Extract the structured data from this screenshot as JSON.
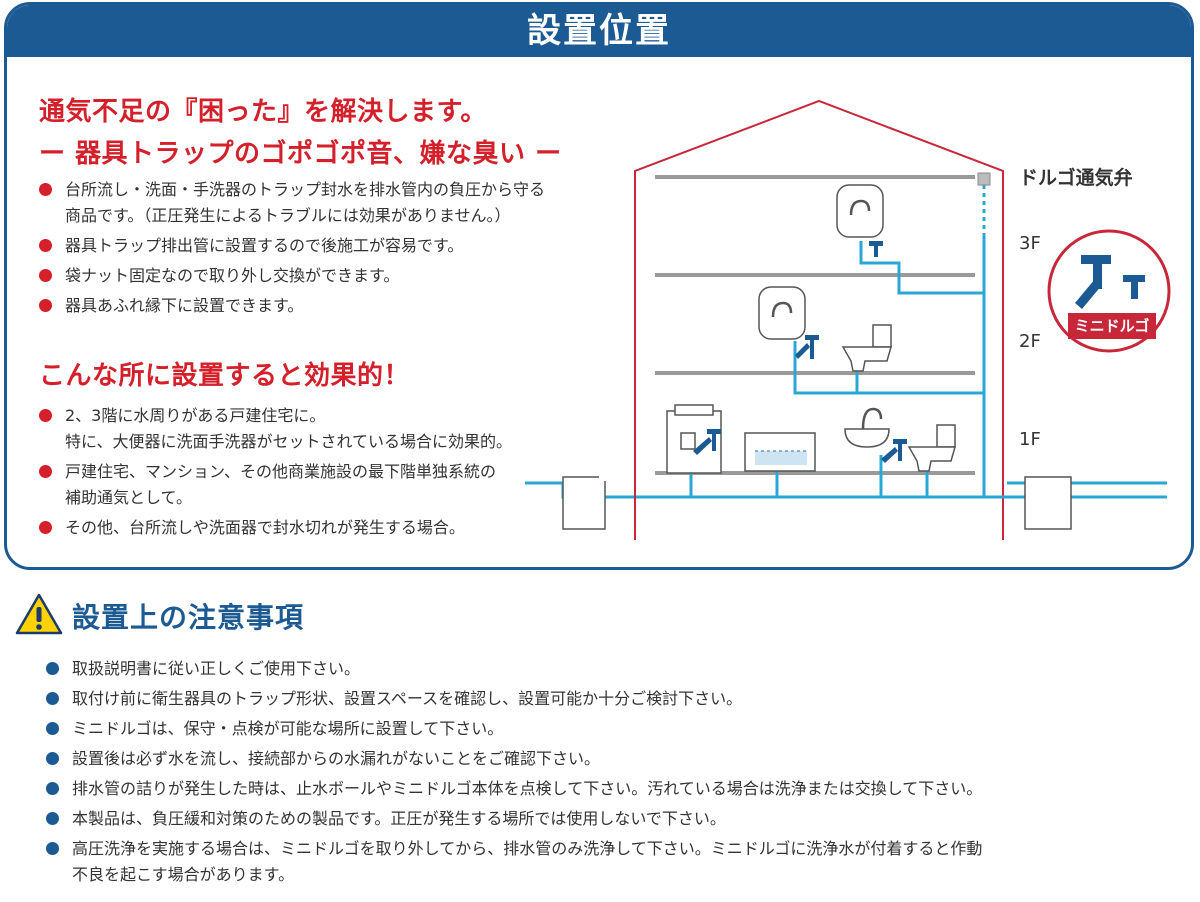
{
  "header": {
    "title": "設置位置"
  },
  "problem": {
    "headline1": "通気不足の『困った』を解決します。",
    "headline2": "ー 器具トラップのゴポゴポ音、嫌な臭い ー",
    "bullets": [
      {
        "line1": "台所流し・洗面・手洗器のトラップ封水を排水管内の負圧から守る",
        "line2": "商品です。（正圧発生によるトラブルには効果がありません。）"
      },
      {
        "line1": "器具トラップ排出管に設置するので後施工が容易です。"
      },
      {
        "line1": "袋ナット固定なので取り外し交換ができます。"
      },
      {
        "line1": "器具あふれ縁下に設置できます。"
      }
    ]
  },
  "effective": {
    "headline": "こんな所に設置すると効果的！",
    "bullets": [
      {
        "line1": "2、3階に水周りがある戸建住宅に。",
        "line2": "特に、大便器に洗面手洗器がセットされている場合に効果的。"
      },
      {
        "line1": "戸建住宅、マンション、その他商業施設の最下階単独系統の",
        "line2": "補助通気として。"
      },
      {
        "line1": "その他、台所流しや洗面器で封水切れが発生する場合。"
      }
    ]
  },
  "diagram": {
    "vent_label": "ドルゴ通気弁",
    "floors": [
      "3F",
      "2F",
      "1F"
    ],
    "product_label": "ミニドルゴ",
    "colors": {
      "pipe": "#2aa7d6",
      "frame": "#c8273a",
      "trap": "#1c5a94",
      "floor": "#9a9a9a"
    }
  },
  "cautions": {
    "title": "設置上の注意事項",
    "icon": "warning-icon",
    "items": [
      {
        "line1": "取扱説明書に従い正しくご使用下さい。"
      },
      {
        "line1": "取付け前に衛生器具のトラップ形状、設置スペースを確認し、設置可能か十分ご検討下さい。"
      },
      {
        "line1": "ミニドルゴは、保守・点検が可能な場所に設置して下さい。"
      },
      {
        "line1": "設置後は必ず水を流し、接続部からの水漏れがないことをご確認下さい。"
      },
      {
        "line1": "排水管の詰りが発生した時は、止水ボールやミニドルゴ本体を点検して下さい。汚れている場合は洗浄または交換して下さい。"
      },
      {
        "line1": "本製品は、負圧緩和対策のための製品です。正圧が発生する場所では使用しないで下さい。"
      },
      {
        "line1": "高圧洗浄を実施する場合は、ミニドルゴを取り外してから、排水管のみ洗浄して下さい。ミニドルゴに洗浄水が付着すると作動",
        "line2": "不良を起こす場合があります。"
      }
    ]
  },
  "colors": {
    "brand_blue": "#1c5a94",
    "accent_red": "#d4202a"
  }
}
